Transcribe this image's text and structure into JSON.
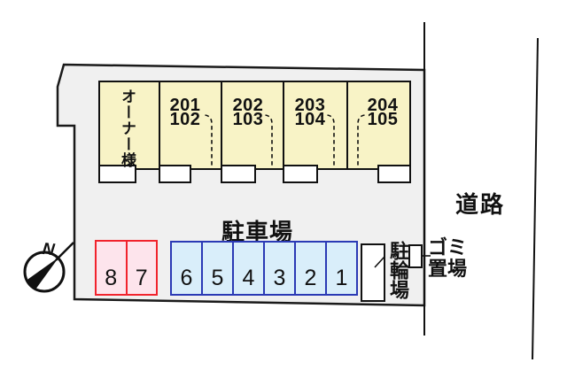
{
  "site": {
    "building": {
      "owner_label": "オーナー様",
      "units": [
        {
          "line1": "201",
          "line2": "102"
        },
        {
          "line1": "202",
          "line2": "103"
        },
        {
          "line1": "203",
          "line2": "104"
        },
        {
          "line1": "204",
          "line2": "105"
        }
      ]
    },
    "parking": {
      "label": "駐車場",
      "pink_spaces": [
        "8",
        "7"
      ],
      "blue_spaces": [
        "6",
        "5",
        "4",
        "3",
        "2",
        "1"
      ]
    },
    "bicycle_label": "駐輪場",
    "garbage_label_line1": "ゴミ",
    "garbage_label_line2": "置場",
    "road_label": "道路",
    "compass": {
      "north_label": "N"
    }
  },
  "colors": {
    "building_fill": "#f8f3c6",
    "site_fill": "#f0f0f0",
    "pink_fill": "#fde4ec",
    "pink_border": "#f1232d",
    "blue_fill": "#d9eefa",
    "blue_border": "#2b3ab5",
    "line": "#111111"
  }
}
